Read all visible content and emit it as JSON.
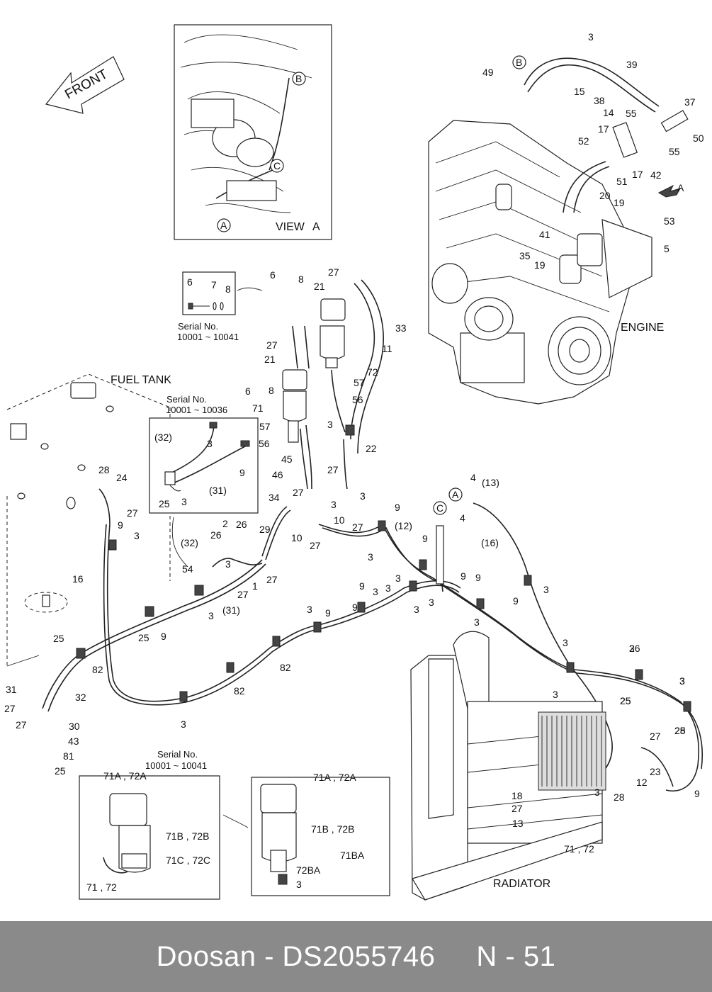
{
  "labels": {
    "front": "FRONT",
    "view": "VIEW",
    "view_letter": "A",
    "engine": "ENGINE",
    "fuel_tank": "FUEL TANK",
    "radiator": "RADIATOR",
    "serial_label": "Serial No.",
    "serial_1": "10001 ~ 10041",
    "serial_2": "10001 ~ 10036",
    "serial_3": "10001 ~ 10041"
  },
  "circle_letters": [
    "A",
    "B",
    "C"
  ],
  "callouts": [
    {
      "id": "c1",
      "text": "3"
    },
    {
      "id": "c2",
      "text": "39"
    },
    {
      "id": "c3",
      "text": "49"
    },
    {
      "id": "c4",
      "text": "15"
    },
    {
      "id": "c5",
      "text": "38"
    },
    {
      "id": "c6",
      "text": "37"
    },
    {
      "id": "c7",
      "text": "14"
    },
    {
      "id": "c8",
      "text": "55"
    },
    {
      "id": "c9",
      "text": "50"
    },
    {
      "id": "c10",
      "text": "17"
    },
    {
      "id": "c11",
      "text": "55"
    },
    {
      "id": "c12",
      "text": "52"
    },
    {
      "id": "c13",
      "text": "17"
    },
    {
      "id": "c14",
      "text": "42"
    },
    {
      "id": "c15",
      "text": "51"
    },
    {
      "id": "c16",
      "text": "20"
    },
    {
      "id": "c17",
      "text": "19"
    },
    {
      "id": "c18",
      "text": "A"
    },
    {
      "id": "c19",
      "text": "53"
    },
    {
      "id": "c20",
      "text": "41"
    },
    {
      "id": "c21",
      "text": "5"
    },
    {
      "id": "c22",
      "text": "35"
    },
    {
      "id": "c23",
      "text": "19"
    },
    {
      "id": "c24",
      "text": "6"
    },
    {
      "id": "c25",
      "text": "8"
    },
    {
      "id": "c26",
      "text": "27"
    },
    {
      "id": "c27",
      "text": "21"
    },
    {
      "id": "c28",
      "text": "6"
    },
    {
      "id": "c29",
      "text": "7"
    },
    {
      "id": "c30",
      "text": "8"
    },
    {
      "id": "c31",
      "text": "33"
    },
    {
      "id": "c32",
      "text": "11"
    },
    {
      "id": "c33",
      "text": "27"
    },
    {
      "id": "c34",
      "text": "21"
    },
    {
      "id": "c35",
      "text": "72"
    },
    {
      "id": "c36",
      "text": "57"
    },
    {
      "id": "c37",
      "text": "6"
    },
    {
      "id": "c38",
      "text": "8"
    },
    {
      "id": "c39",
      "text": "56"
    },
    {
      "id": "c40",
      "text": "71"
    },
    {
      "id": "c41",
      "text": "57"
    },
    {
      "id": "c42",
      "text": "3"
    },
    {
      "id": "c43",
      "text": "56"
    },
    {
      "id": "c44",
      "text": "22"
    },
    {
      "id": "c45",
      "text": "45"
    },
    {
      "id": "c46",
      "text": "46"
    },
    {
      "id": "c47",
      "text": "(32)"
    },
    {
      "id": "c48",
      "text": "3"
    },
    {
      "id": "c49",
      "text": "9"
    },
    {
      "id": "c50",
      "text": "(31)"
    },
    {
      "id": "c51",
      "text": "25"
    },
    {
      "id": "c52",
      "text": "3"
    },
    {
      "id": "c53",
      "text": "28"
    },
    {
      "id": "c54",
      "text": "24"
    },
    {
      "id": "c55",
      "text": "27"
    },
    {
      "id": "c56",
      "text": "9"
    },
    {
      "id": "c57",
      "text": "3"
    },
    {
      "id": "c58",
      "text": "27"
    },
    {
      "id": "c59",
      "text": "3"
    },
    {
      "id": "c60",
      "text": "34"
    },
    {
      "id": "c61",
      "text": "27"
    },
    {
      "id": "c62",
      "text": "3"
    },
    {
      "id": "c63",
      "text": "10"
    },
    {
      "id": "c64",
      "text": "10"
    },
    {
      "id": "c65",
      "text": "27"
    },
    {
      "id": "c66",
      "text": "27"
    },
    {
      "id": "c67",
      "text": "3"
    },
    {
      "id": "c68",
      "text": "4"
    },
    {
      "id": "c69",
      "text": "(13)"
    },
    {
      "id": "c70",
      "text": "4"
    },
    {
      "id": "c71",
      "text": "9"
    },
    {
      "id": "c72",
      "text": "(12)"
    },
    {
      "id": "c73",
      "text": "(16)"
    },
    {
      "id": "c74",
      "text": "2"
    },
    {
      "id": "c75",
      "text": "26"
    },
    {
      "id": "c76",
      "text": "26"
    },
    {
      "id": "c77",
      "text": "29"
    },
    {
      "id": "c78",
      "text": "(32)"
    },
    {
      "id": "c79",
      "text": "54"
    },
    {
      "id": "c80",
      "text": "3"
    },
    {
      "id": "c81",
      "text": "27"
    },
    {
      "id": "c82",
      "text": "1"
    },
    {
      "id": "c83",
      "text": "27"
    },
    {
      "id": "c84",
      "text": "(31)"
    },
    {
      "id": "c85",
      "text": "3"
    },
    {
      "id": "c86",
      "text": "16"
    },
    {
      "id": "c87",
      "text": "9"
    },
    {
      "id": "c88",
      "text": "3"
    },
    {
      "id": "c89",
      "text": "3"
    },
    {
      "id": "c90",
      "text": "9"
    },
    {
      "id": "c91",
      "text": "9"
    },
    {
      "id": "c92",
      "text": "3"
    },
    {
      "id": "c93",
      "text": "3"
    },
    {
      "id": "c94",
      "text": "9"
    },
    {
      "id": "c95",
      "text": "3"
    },
    {
      "id": "c96",
      "text": "9"
    },
    {
      "id": "c97",
      "text": "9"
    },
    {
      "id": "c98",
      "text": "3"
    },
    {
      "id": "c99",
      "text": "9"
    },
    {
      "id": "c100",
      "text": "3"
    },
    {
      "id": "c101",
      "text": "3"
    },
    {
      "id": "c102",
      "text": "9"
    },
    {
      "id": "c103",
      "text": "25"
    },
    {
      "id": "c104",
      "text": "3"
    },
    {
      "id": "c105",
      "text": "3"
    },
    {
      "id": "c106",
      "text": "25"
    },
    {
      "id": "c107",
      "text": "82"
    },
    {
      "id": "c108",
      "text": "82"
    },
    {
      "id": "c109",
      "text": "82"
    },
    {
      "id": "c110",
      "text": "3"
    },
    {
      "id": "c111",
      "text": "25"
    },
    {
      "id": "c112",
      "text": "26"
    },
    {
      "id": "c113",
      "text": "31"
    },
    {
      "id": "c114",
      "text": "32"
    },
    {
      "id": "c115",
      "text": "27"
    },
    {
      "id": "c116",
      "text": "27"
    },
    {
      "id": "c117",
      "text": "30"
    },
    {
      "id": "c118",
      "text": "43"
    },
    {
      "id": "c119",
      "text": "81"
    },
    {
      "id": "c120",
      "text": "25"
    },
    {
      "id": "c121",
      "text": "3"
    },
    {
      "id": "c122",
      "text": "25"
    },
    {
      "id": "c123",
      "text": "3"
    },
    {
      "id": "c124",
      "text": "25"
    },
    {
      "id": "c125",
      "text": "3"
    },
    {
      "id": "c126",
      "text": "28"
    },
    {
      "id": "c127",
      "text": "27"
    },
    {
      "id": "c128",
      "text": "23"
    },
    {
      "id": "c129",
      "text": "12"
    },
    {
      "id": "c130",
      "text": "9"
    },
    {
      "id": "c131",
      "text": "3"
    },
    {
      "id": "c132",
      "text": "28"
    },
    {
      "id": "c133",
      "text": "18"
    },
    {
      "id": "c134",
      "text": "27"
    },
    {
      "id": "c135",
      "text": "13"
    },
    {
      "id": "c136",
      "text": "71 , 72"
    },
    {
      "id": "c137",
      "text": "71A , 72A"
    },
    {
      "id": "c138",
      "text": "71B , 72B"
    },
    {
      "id": "c139",
      "text": "71C , 72C"
    },
    {
      "id": "c140",
      "text": "71 , 72"
    },
    {
      "id": "c141",
      "text": "71A , 72A"
    },
    {
      "id": "c142",
      "text": "71B , 72B"
    },
    {
      "id": "c143",
      "text": "71BA"
    },
    {
      "id": "c144",
      "text": "72BA"
    },
    {
      "id": "c145",
      "text": "3"
    }
  ],
  "footer": {
    "brand": "Doosan",
    "separator": " - ",
    "part_number": "DS2055746",
    "page": "N - 51"
  }
}
